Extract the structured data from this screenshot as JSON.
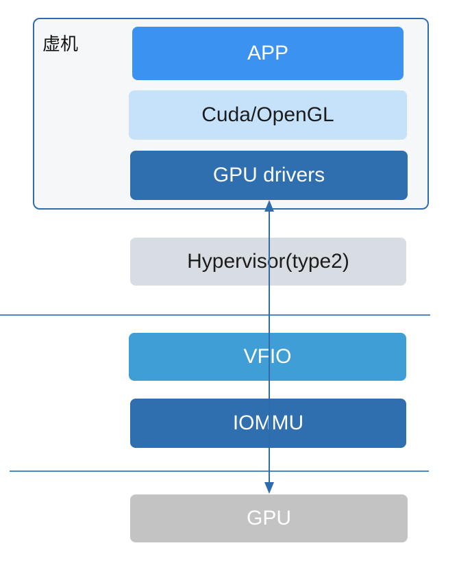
{
  "vm": {
    "label": "虚机"
  },
  "layers": {
    "app": "APP",
    "cuda": "Cuda/OpenGL",
    "drivers": "GPU drivers",
    "hypervisor": "Hypervisor(type2)",
    "vfio": "VFIO",
    "iommu": "IOMMU",
    "gpu": "GPU"
  },
  "colors": {
    "app": "#3b92f1",
    "cuda": "#c6e2fb",
    "drivers": "#2f6eaf",
    "hypervisor": "#d8dce3",
    "vfio": "#3f9ed6",
    "iommu": "#2f6eaf",
    "gpu": "#c3c3c3",
    "arrow": "#2f6cad"
  }
}
